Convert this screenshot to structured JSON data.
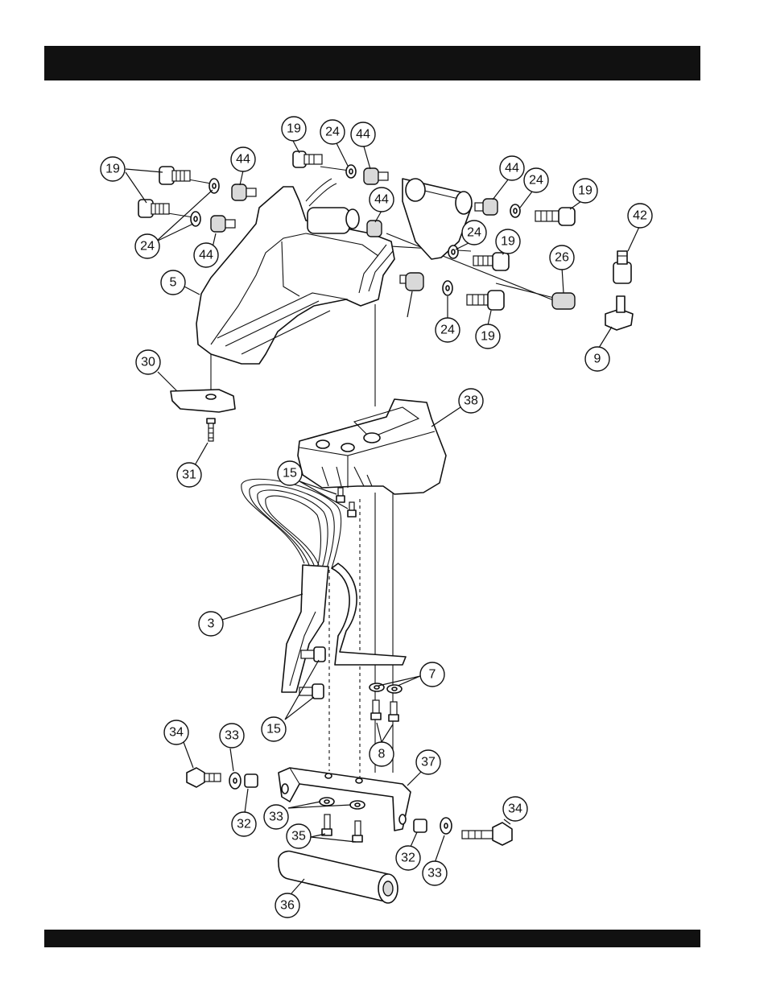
{
  "header": {
    "title": ""
  },
  "footer": {
    "text": ""
  },
  "callouts": [
    {
      "id": "c19a",
      "label": "19"
    },
    {
      "id": "c24a",
      "label": "24"
    },
    {
      "id": "c44a",
      "label": "44"
    },
    {
      "id": "c19b",
      "label": "19"
    },
    {
      "id": "c44b",
      "label": "44"
    },
    {
      "id": "c24b",
      "label": "24"
    },
    {
      "id": "c44c",
      "label": "44"
    },
    {
      "id": "c44d",
      "label": "44"
    },
    {
      "id": "c24c",
      "label": "24"
    },
    {
      "id": "c19c",
      "label": "19"
    },
    {
      "id": "c42",
      "label": "42"
    },
    {
      "id": "c24d",
      "label": "24"
    },
    {
      "id": "c19d",
      "label": "19"
    },
    {
      "id": "c26",
      "label": "26"
    },
    {
      "id": "c5",
      "label": "5"
    },
    {
      "id": "c44e",
      "label": "44"
    },
    {
      "id": "c24e",
      "label": "24"
    },
    {
      "id": "c19e",
      "label": "19"
    },
    {
      "id": "c9",
      "label": "9"
    },
    {
      "id": "c30",
      "label": "30"
    },
    {
      "id": "c38",
      "label": "38"
    },
    {
      "id": "c31",
      "label": "31"
    },
    {
      "id": "c15a",
      "label": "15"
    },
    {
      "id": "c3",
      "label": "3"
    },
    {
      "id": "c7",
      "label": "7"
    },
    {
      "id": "c15b",
      "label": "15"
    },
    {
      "id": "c8",
      "label": "8"
    },
    {
      "id": "c34a",
      "label": "34"
    },
    {
      "id": "c33a",
      "label": "33"
    },
    {
      "id": "c37",
      "label": "37"
    },
    {
      "id": "c34b",
      "label": "34"
    },
    {
      "id": "c32a",
      "label": "32"
    },
    {
      "id": "c33b",
      "label": "33"
    },
    {
      "id": "c35",
      "label": "35"
    },
    {
      "id": "c32b",
      "label": "32"
    },
    {
      "id": "c33c",
      "label": "33"
    },
    {
      "id": "c36",
      "label": "36"
    }
  ]
}
